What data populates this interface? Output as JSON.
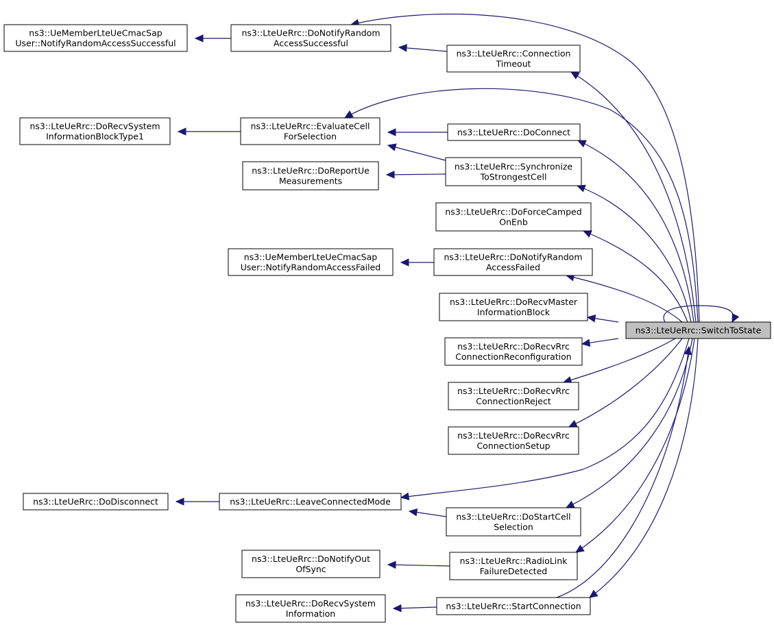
{
  "graph": {
    "colors": {
      "edge": "#191970",
      "node_border": "#000000",
      "root_fill": "#bfbfbf",
      "node_fill": "#ffffff"
    },
    "root": {
      "id": "switch",
      "lines": [
        "ns3::LteUeRrc::SwitchToState"
      ]
    },
    "nodes": [
      {
        "id": "ueNotifySucc",
        "lines": [
          "ns3::UeMemberLteUeCmacSap",
          "User::NotifyRandomAccessSuccessful"
        ]
      },
      {
        "id": "doNotifySucc",
        "lines": [
          "ns3::LteUeRrc::DoNotifyRandom",
          "AccessSuccessful"
        ]
      },
      {
        "id": "connTimeout",
        "lines": [
          "ns3::LteUeRrc::Connection",
          "Timeout"
        ]
      },
      {
        "id": "sib1",
        "lines": [
          "ns3::LteUeRrc::DoRecvSystem",
          "InformationBlockType1"
        ]
      },
      {
        "id": "evalCell",
        "lines": [
          "ns3::LteUeRrc::EvaluateCell",
          "ForSelection"
        ]
      },
      {
        "id": "doConnect",
        "lines": [
          "ns3::LteUeRrc::DoConnect"
        ]
      },
      {
        "id": "reportUe",
        "lines": [
          "ns3::LteUeRrc::DoReportUe",
          "Measurements"
        ]
      },
      {
        "id": "syncStrong",
        "lines": [
          "ns3::LteUeRrc::Synchronize",
          "ToStrongestCell"
        ]
      },
      {
        "id": "forceCamped",
        "lines": [
          "ns3::LteUeRrc::DoForceCamped",
          "OnEnb"
        ]
      },
      {
        "id": "ueNotifyFail",
        "lines": [
          "ns3::UeMemberLteUeCmacSap",
          "User::NotifyRandomAccessFailed"
        ]
      },
      {
        "id": "doNotifyFail",
        "lines": [
          "ns3::LteUeRrc::DoNotifyRandom",
          "AccessFailed"
        ]
      },
      {
        "id": "mib",
        "lines": [
          "ns3::LteUeRrc::DoRecvMaster",
          "InformationBlock"
        ]
      },
      {
        "id": "rrcReconf",
        "lines": [
          "ns3::LteUeRrc::DoRecvRrc",
          "ConnectionReconfiguration"
        ]
      },
      {
        "id": "rrcReject",
        "lines": [
          "ns3::LteUeRrc::DoRecvRrc",
          "ConnectionReject"
        ]
      },
      {
        "id": "rrcSetup",
        "lines": [
          "ns3::LteUeRrc::DoRecvRrc",
          "ConnectionSetup"
        ]
      },
      {
        "id": "doDisconnect",
        "lines": [
          "ns3::LteUeRrc::DoDisconnect"
        ]
      },
      {
        "id": "leaveConn",
        "lines": [
          "ns3::LteUeRrc::LeaveConnectedMode"
        ]
      },
      {
        "id": "startCellSel",
        "lines": [
          "ns3::LteUeRrc::DoStartCell",
          "Selection"
        ]
      },
      {
        "id": "notifyOOS",
        "lines": [
          "ns3::LteUeRrc::DoNotifyOut",
          "OfSync"
        ]
      },
      {
        "id": "rlf",
        "lines": [
          "ns3::LteUeRrc::RadioLink",
          "FailureDetected"
        ]
      },
      {
        "id": "sysInfo",
        "lines": [
          "ns3::LteUeRrc::DoRecvSystem",
          "Information"
        ]
      },
      {
        "id": "startConn",
        "lines": [
          "ns3::LteUeRrc::StartConnection"
        ]
      }
    ],
    "edges": [
      {
        "from": "doNotifySucc",
        "to": "ueNotifySucc"
      },
      {
        "from": "connTimeout",
        "to": "doNotifySucc"
      },
      {
        "from": "evalCell",
        "to": "sib1"
      },
      {
        "from": "doConnect",
        "to": "evalCell"
      },
      {
        "from": "syncStrong",
        "to": "evalCell"
      },
      {
        "from": "syncStrong",
        "to": "reportUe"
      },
      {
        "from": "doNotifyFail",
        "to": "ueNotifyFail"
      },
      {
        "from": "leaveConn",
        "to": "doDisconnect"
      },
      {
        "from": "startCellSel",
        "to": "leaveConn"
      },
      {
        "from": "rlf",
        "to": "notifyOOS"
      },
      {
        "from": "startConn",
        "to": "sysInfo"
      },
      {
        "from": "switch",
        "to": "doNotifySucc"
      },
      {
        "from": "switch",
        "to": "connTimeout"
      },
      {
        "from": "switch",
        "to": "evalCell"
      },
      {
        "from": "switch",
        "to": "doConnect"
      },
      {
        "from": "switch",
        "to": "syncStrong"
      },
      {
        "from": "switch",
        "to": "forceCamped"
      },
      {
        "from": "switch",
        "to": "doNotifyFail"
      },
      {
        "from": "switch",
        "to": "mib"
      },
      {
        "from": "switch",
        "to": "rrcReconf"
      },
      {
        "from": "switch",
        "to": "rrcReject"
      },
      {
        "from": "switch",
        "to": "rrcSetup"
      },
      {
        "from": "switch",
        "to": "leaveConn"
      },
      {
        "from": "switch",
        "to": "startCellSel"
      },
      {
        "from": "switch",
        "to": "rlf"
      },
      {
        "from": "switch",
        "to": "startConn"
      },
      {
        "from": "switch",
        "to": "switch"
      },
      {
        "from": "startConn",
        "to": "switch"
      }
    ]
  }
}
